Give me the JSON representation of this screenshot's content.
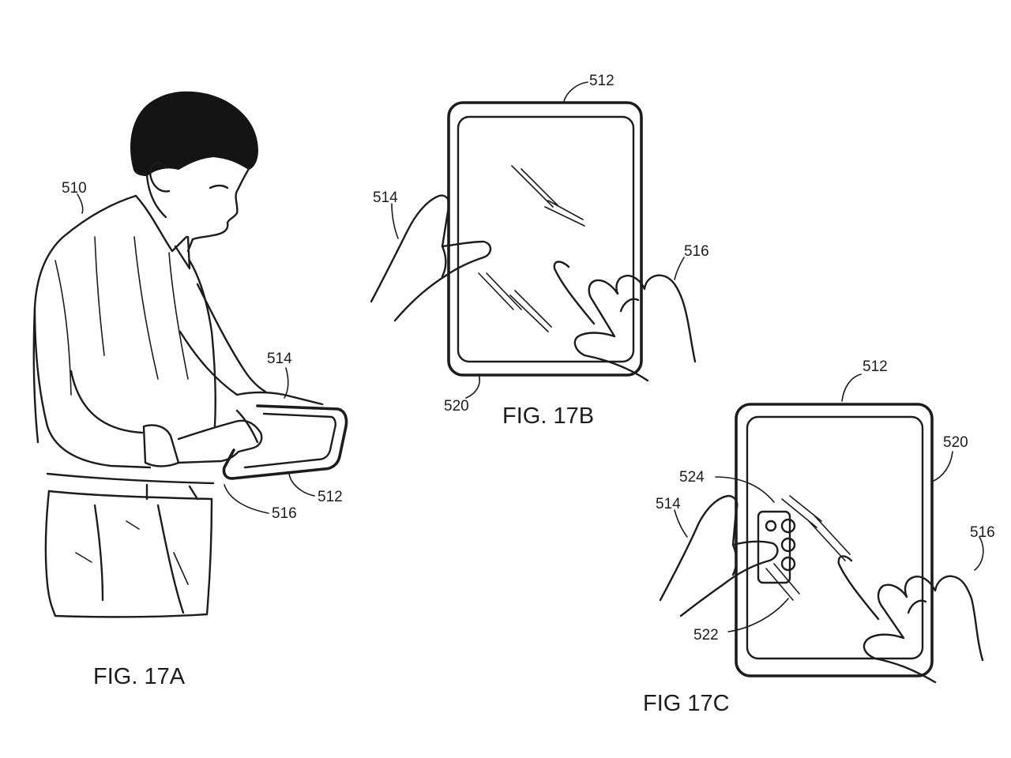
{
  "figures": [
    {
      "id": "17A",
      "caption": "FIG. 17A",
      "refs": {
        "person": "510",
        "left_hand": "514",
        "device": "512",
        "right_hand": "516"
      }
    },
    {
      "id": "17B",
      "caption": "FIG. 17B",
      "refs": {
        "device": "512",
        "left_hand": "514",
        "right_hand": "516",
        "screen": "520"
      }
    },
    {
      "id": "17C",
      "caption": "FIG 17C",
      "refs": {
        "device": "512",
        "screen": "520",
        "button_panel": "524",
        "left_hand": "514",
        "right_hand": "516",
        "thumb_region": "522"
      }
    }
  ]
}
